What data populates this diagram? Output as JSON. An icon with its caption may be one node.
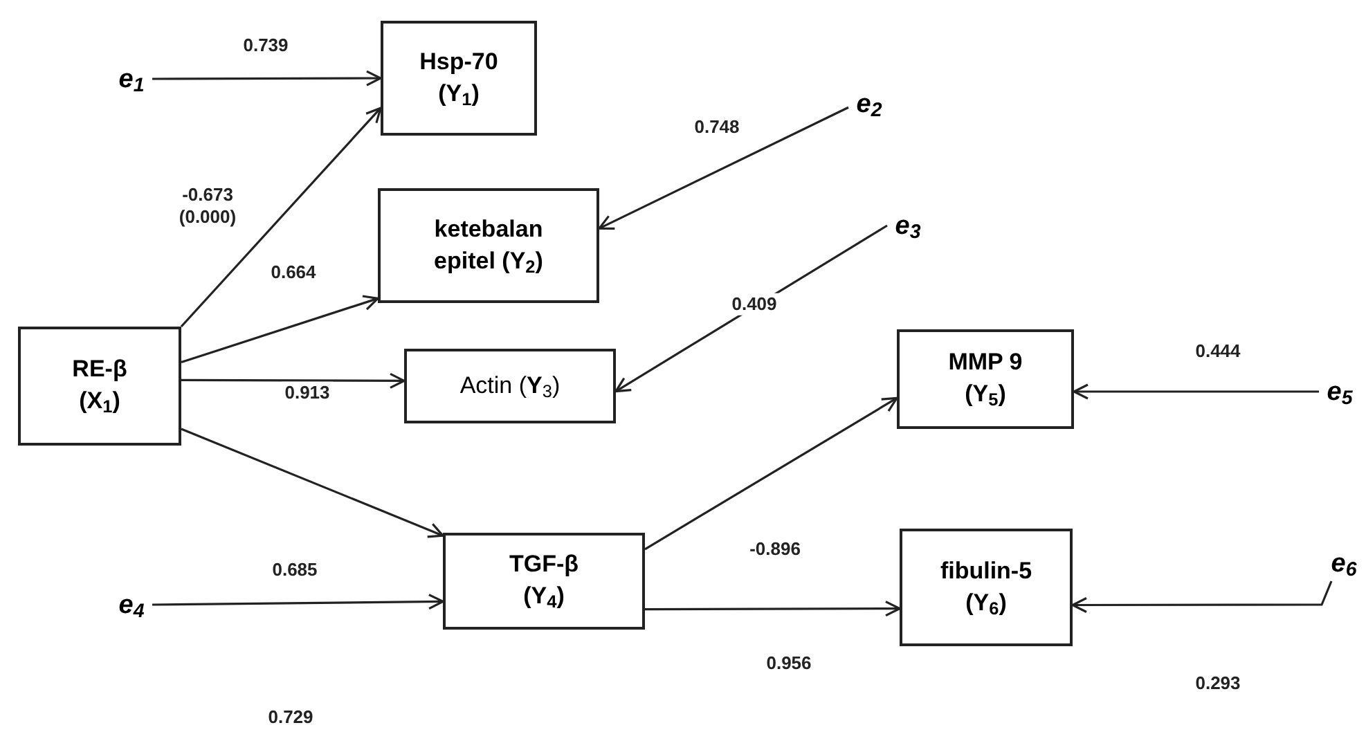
{
  "diagram": {
    "nodes": [
      {
        "text": [
          "Hsp-70 (Y$_{1}$)"
        ]
      },
      {
        "text": [
          "ketebalan epitel (Y$_{2}$)"
        ]
      },
      {
        "text": [
          "Actin (**Y**$_{3}$)"
        ]
      },
      {
        "text": [
          "RE-β (X$_{1}$)"
        ]
      },
      {
        "text": [
          "MMP 9 (Y$_{5}$)"
        ]
      },
      {
        "text": [
          "TGF-β (Y$_{4}$)"
        ]
      },
      {
        "text": [
          "fibulin-5 (Y$_{6}$)"
        ]
      },
      {
        "text": [
          "e$_{1}$"
        ]
      },
      {
        "text": [
          "e$_{2}$"
        ]
      },
      {
        "text": [
          "e$_{3}$"
        ]
      },
      {
        "text": [
          "e$_{4}$"
        ]
      },
      {
        "text": [
          "e$_{5}$"
        ]
      },
      {
        "text": [
          "e$_{6}$"
        ]
      }
    ],
    "edges": [
      {
        "from": 7,
        "to": 0,
        "arrow": "to",
        "label": "0.739"
      },
      {
        "from": 8,
        "to": 1,
        "arrow": "to",
        "label": "0.748"
      },
      {
        "from": 9,
        "to": 2,
        "arrow": "to",
        "label": "0.409"
      },
      {
        "from": 11,
        "to": 4,
        "arrow": "to",
        "label": "0.444"
      },
      {
        "from": 12,
        "to": 6,
        "arrow": "to",
        "label": "0.293"
      },
      {
        "from": 10,
        "to": 5,
        "arrow": "to",
        "label": "0.685"
      },
      {
        "from": 3,
        "to": 0,
        "arrow": "to",
        "label": "-0.673 (0.000)"
      },
      {
        "from": 3,
        "to": 1,
        "arrow": "to",
        "label": "0.664"
      },
      {
        "from": 3,
        "to": 2,
        "arrow": "to",
        "label": "0.913"
      },
      {
        "from": 3,
        "to": 5,
        "arrow": "to"
      },
      {
        "from": 5,
        "to": 4,
        "arrow": "to",
        "label": "-0.896"
      },
      {
        "from": 5,
        "to": 6,
        "arrow": "to"
      }
    ],
    "labels": [
      "0.729",
      "0.956"
    ]
  }
}
